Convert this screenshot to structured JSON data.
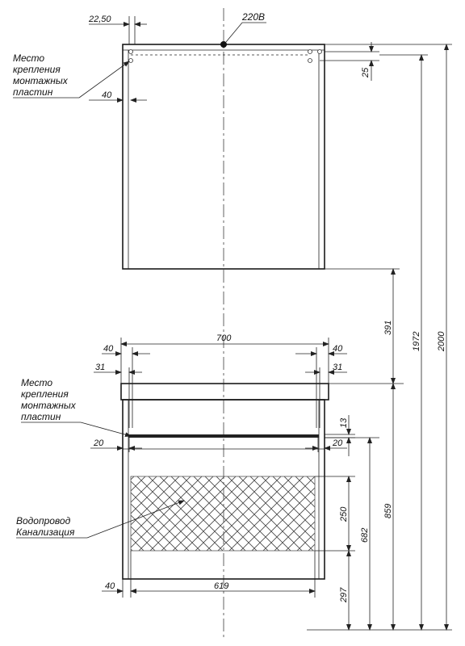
{
  "power": {
    "label": "220В"
  },
  "upper_cabinet": {
    "mount_note": [
      "Место",
      "крепления",
      "монтажных",
      "пластин"
    ],
    "dims": {
      "top_offset": "22,50",
      "side_offset": "40",
      "hole_drop": "25"
    }
  },
  "lower_cabinet": {
    "mount_note": [
      "Место",
      "крепления",
      "монтажных",
      "пластин"
    ],
    "utilities_note": [
      "Водопровод",
      "Канализация"
    ],
    "dims": {
      "width": "700",
      "left_40": "40",
      "left_31": "31",
      "right_40": "40",
      "right_31": "31",
      "top_13": "13",
      "left_20": "20",
      "right_20": "20",
      "zone_250": "250",
      "bottom_40": "40",
      "bottom_619": "619"
    }
  },
  "heights": {
    "h391": "391",
    "h1972": "1972",
    "h2000": "2000",
    "h859": "859",
    "h682": "682",
    "h297": "297"
  }
}
